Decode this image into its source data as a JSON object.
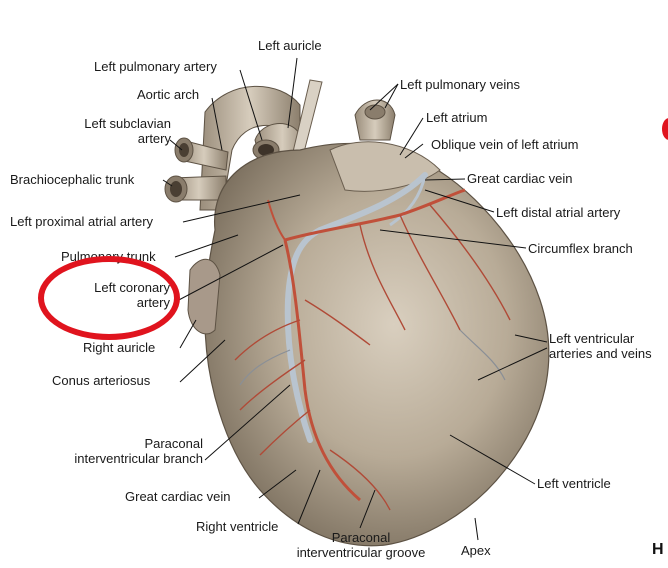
{
  "labels": {
    "left_auricle": "Left auricle",
    "left_pulmonary_artery": "Left pulmonary artery",
    "aortic_arch": "Aortic arch",
    "left_subclavian_artery": "Left subclavian\nartery",
    "brachiocephalic_trunk": "Brachiocephalic trunk",
    "left_proximal_atrial_artery": "Left proximal atrial artery",
    "pulmonary_trunk": "Pulmonary trunk",
    "left_coronary_artery": "Left coronary\nartery",
    "right_auricle": "Right auricle",
    "conus_arteriosus": "Conus arteriosus",
    "paraconal_interventricular_branch": "Paraconal\ninterventricular branch",
    "great_cardiac_vein_bottom": "Great cardiac vein",
    "right_ventricle": "Right ventricle",
    "paraconal_interventricular_groove": "Paraconal\ninterventricular groove",
    "apex": "Apex",
    "left_ventricle": "Left ventricle",
    "left_ventricular_arteries_and_veins": "Left ventricular\narteries and veins",
    "circumflex_branch": "Circumflex branch",
    "left_distal_atrial_artery": "Left distal atrial artery",
    "great_cardiac_vein_top": "Great cardiac vein",
    "oblique_vein_of_left_atrium": "Oblique vein of left atrium",
    "left_atrium": "Left atrium",
    "left_pulmonary_veins": "Left pulmonary veins",
    "edge_letter": "H"
  },
  "colors": {
    "highlight": "#e0141e",
    "heart_tissue": "#b8ab97",
    "artery": "#c0503a",
    "vein": "#b9c4cf"
  }
}
